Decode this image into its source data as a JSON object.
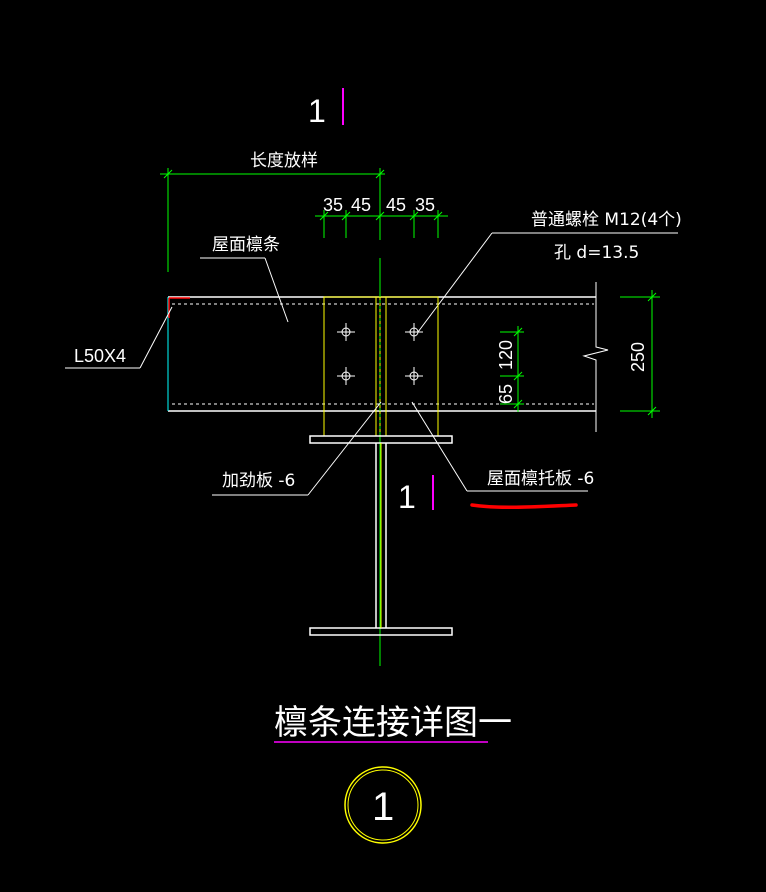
{
  "section_mark": "1",
  "length_label": "长度放样",
  "dims_top": [
    "35",
    "45",
    "45",
    "35"
  ],
  "bolt_label": "普通螺栓 M12(4个)",
  "hole_label": "孔 d=13.5",
  "purlin_label": "屋面檩条",
  "angle_label": "L50X4",
  "height_dim": "250",
  "dim_120": "120",
  "dim_65": "65",
  "stiffener_label": "加劲板 -6",
  "support_plate_label": "屋面檩托板 -6",
  "title": "檩条连接详图一",
  "detail_number": "1",
  "colors": {
    "background": "#000000",
    "lines": "#ffffff",
    "dims": "#00ff00",
    "plates": "#ffff00",
    "section": "#ff00ff",
    "highlight": "#ff0000"
  }
}
